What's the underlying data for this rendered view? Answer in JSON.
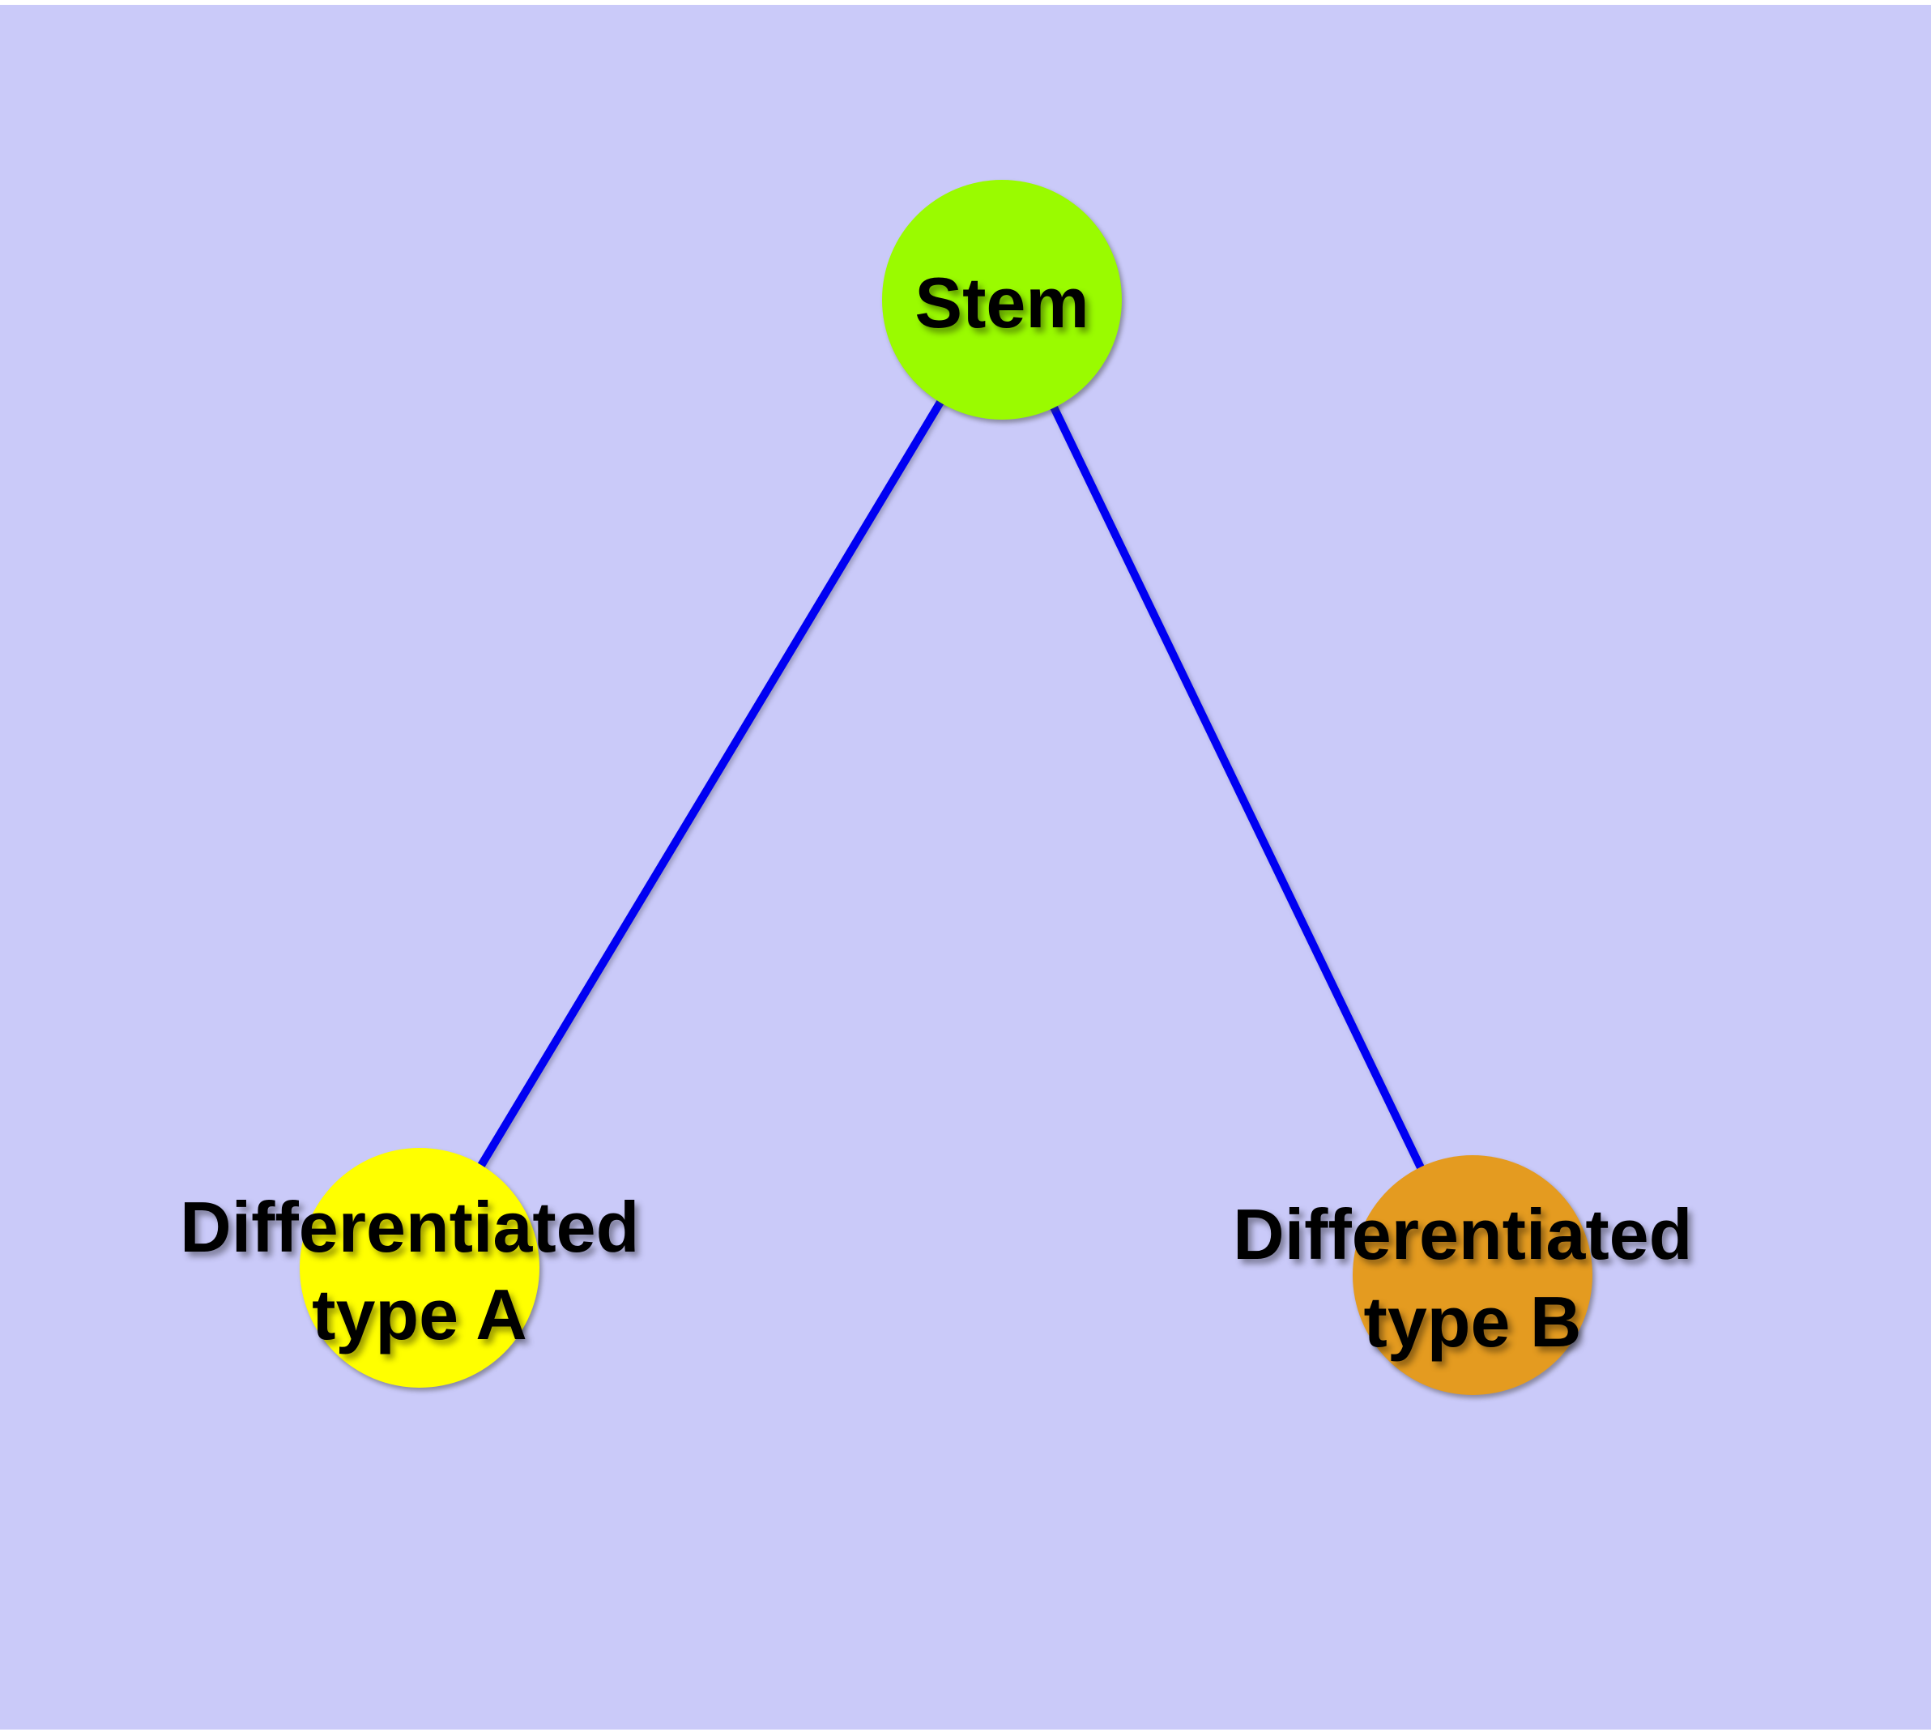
{
  "diagram": {
    "background_color": "#CACAF9",
    "top_strip_color": "#FFFFFF",
    "bottom_strip_color": "#FFFFFF",
    "edge_color": "#0000F2",
    "node_border_color": "#7B7B7B",
    "text_color": "#000000",
    "nodes": [
      {
        "id": "stem",
        "label": "Stem",
        "lines": [
          "Stem"
        ],
        "fill": "#9AFB00"
      },
      {
        "id": "differentiated-type-a",
        "label": "Differentiated type A",
        "lines": [
          "Differentiated",
          "type A"
        ],
        "fill": "#FFFF00"
      },
      {
        "id": "differentiated-type-b",
        "label": "Differentiated type B",
        "lines": [
          "Differentiated",
          "type B"
        ],
        "fill": "#E49B20"
      }
    ],
    "edges": [
      {
        "from": "Stem",
        "to": "Differentiated type A"
      },
      {
        "from": "Stem",
        "to": "Differentiated type B"
      }
    ]
  }
}
